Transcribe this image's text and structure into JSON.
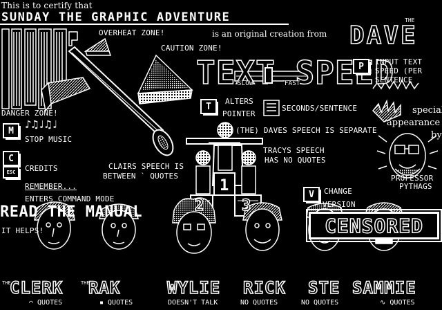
{
  "header": {
    "certify_line": "This is to certify that",
    "game_title": "SUNDAY THE GRAPHIC ADVENTURE",
    "creation_line": "is an original creation from",
    "author_small": "THE",
    "author_name": "DAVE"
  },
  "logo": {
    "text": "INSWITS"
  },
  "zones": {
    "overheat": "OVERHEAT ZONE!",
    "caution": "CAUTION ZONE!",
    "danger": "DANGER ZONE!"
  },
  "text_speed": {
    "title": "TEXT SPEED",
    "slow_label": "SLOW",
    "fast_label": "FAST",
    "slider_level": 0.45,
    "p_key": "P",
    "p_description_1": "INPUT TEXT",
    "p_description_2": "SPEED (PER",
    "p_description_3": "SENTENCE"
  },
  "controls": {
    "t_key": "T",
    "t_line1": "ALTERS",
    "t_line2": "POINTER",
    "seconds_label": "SECONDS/SENTENCE",
    "dave_speech": "(THE) DAVES SPEECH IS SEPARATE",
    "tracy_speech_1": "TRACYS SPEECH",
    "tracy_speech_2": "HAS NO QUOTES",
    "clair_speech_1": "CLAIRS SPEECH IS",
    "clair_speech_2": "BETWEEN ` QUOTES",
    "m_key": "M",
    "m_description": "STOP MUSIC",
    "music_notes": "♪♫♩♫♩",
    "c_key": "C",
    "c_description": "CREDITS",
    "esc_key": "ESC",
    "esc_line1": "REMEMBER...",
    "esc_line2": "ENTERS COMMAND MODE",
    "v_key": "V",
    "v_line1": "CHANGE",
    "v_line2": "VERSION"
  },
  "manual": {
    "title": "READ THE MANUAL",
    "subtitle": "IT HELPS!"
  },
  "podium": {
    "first": "1",
    "second": "2",
    "third": "3"
  },
  "special": {
    "line1": "special",
    "line2": "appearance",
    "line3": "by",
    "name1": "PROFESSOR",
    "name2": "PYTHAGS"
  },
  "censored": "CENSORED",
  "characters": [
    {
      "the": "THE",
      "name": "CLERK",
      "note": "⌒ QUOTES"
    },
    {
      "the": "THE",
      "name": "RAK",
      "note": "▪ QUOTES"
    },
    {
      "the": "",
      "name": "WYLIE",
      "note": "DOESN'T TALK"
    },
    {
      "the": "",
      "name": "RICK",
      "note": "NO QUOTES"
    },
    {
      "the": "",
      "name": "STE",
      "note": "NO QUOTES"
    },
    {
      "the": "",
      "name": "SAMMIE",
      "note": "∿ QUOTES"
    }
  ]
}
